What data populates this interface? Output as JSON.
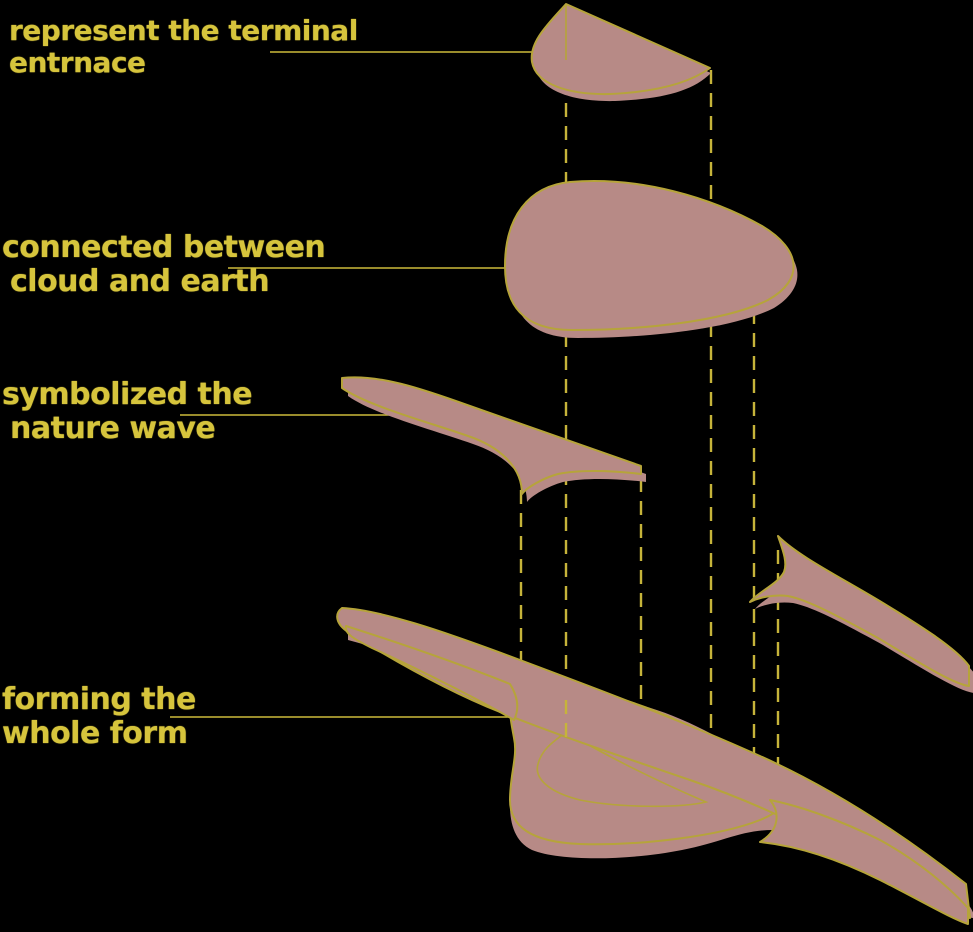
{
  "labels": {
    "terminal": [
      "represent the terminal",
      "entrnace"
    ],
    "cloud": [
      "connected between",
      "cloud and earth"
    ],
    "wave": [
      "symbolized the",
      "nature wave"
    ],
    "whole": [
      "forming the",
      "whole form"
    ]
  },
  "colors": {
    "shape_fill": "#B78A86",
    "outline": "#B6A43A",
    "text": "#D6C43C",
    "background": "#000000"
  }
}
